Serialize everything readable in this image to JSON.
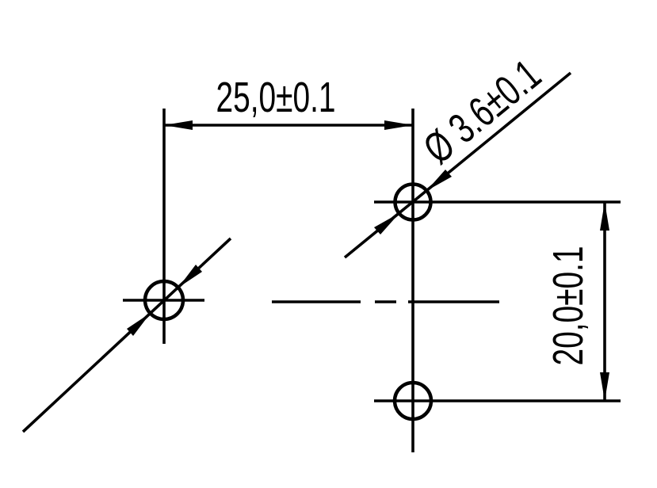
{
  "drawing": {
    "type": "technical-drawing-hole-pattern",
    "colors": {
      "line": "#000000",
      "background": "#ffffff"
    },
    "dimensions": {
      "hole_spacing_horizontal": {
        "label": "25,0±0.1"
      },
      "hole_diameter": {
        "label": "Ø 3.6±0.1"
      },
      "hole_spacing_vertical": {
        "label": "20,0±0.1"
      }
    },
    "holes": [
      {
        "position": "left-middle"
      },
      {
        "position": "top-right"
      },
      {
        "position": "bottom-right"
      }
    ]
  }
}
